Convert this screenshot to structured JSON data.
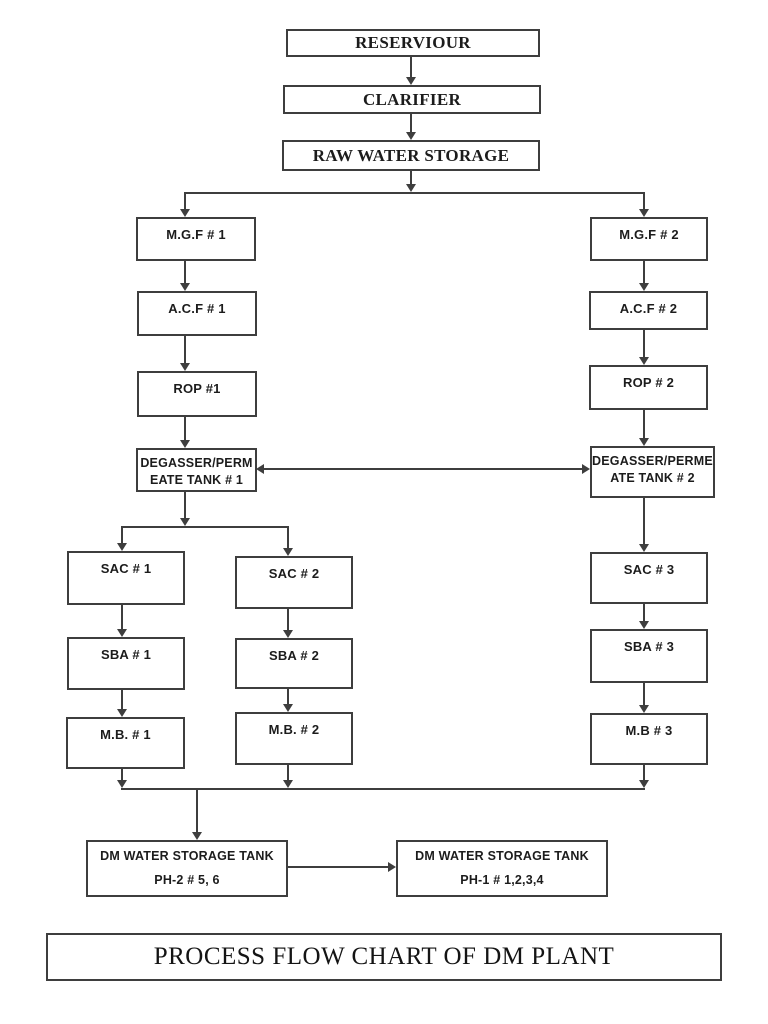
{
  "title": "PROCESS FLOW CHART OF DM PLANT",
  "colors": {
    "line": "#3e3e3e",
    "text": "#1c1c1c",
    "background": "#ffffff"
  },
  "nodes": {
    "reserviour": "RESERVIOUR",
    "clarifier": "CLARIFIER",
    "raw_water_storage": "RAW WATER STORAGE",
    "mgf1": "M.G.F # 1",
    "acf1": "A.C.F # 1",
    "rop1": "ROP #1",
    "degasser1_line1": "DEGASSER/PERM",
    "degasser1_line2": "EATE TANK # 1",
    "sac1": "SAC # 1",
    "sba1": "SBA # 1",
    "mb1": "M.B. # 1",
    "sac2": "SAC # 2",
    "sba2": "SBA # 2",
    "mb2": "M.B. # 2",
    "mgf2": "M.G.F # 2",
    "acf2": "A.C.F # 2",
    "rop2": "ROP # 2",
    "degasser2_line1": "DEGASSER/PERME",
    "degasser2_line2": "ATE TANK # 2",
    "sac3": "SAC # 3",
    "sba3": "SBA # 3",
    "mb3": "M.B # 3",
    "tank_ph2_line1": "DM WATER STORAGE TANK",
    "tank_ph2_line2": "PH-2 # 5, 6",
    "tank_ph1_line1": "DM WATER STORAGE TANK",
    "tank_ph1_line2": "PH-1 # 1,2,3,4"
  }
}
